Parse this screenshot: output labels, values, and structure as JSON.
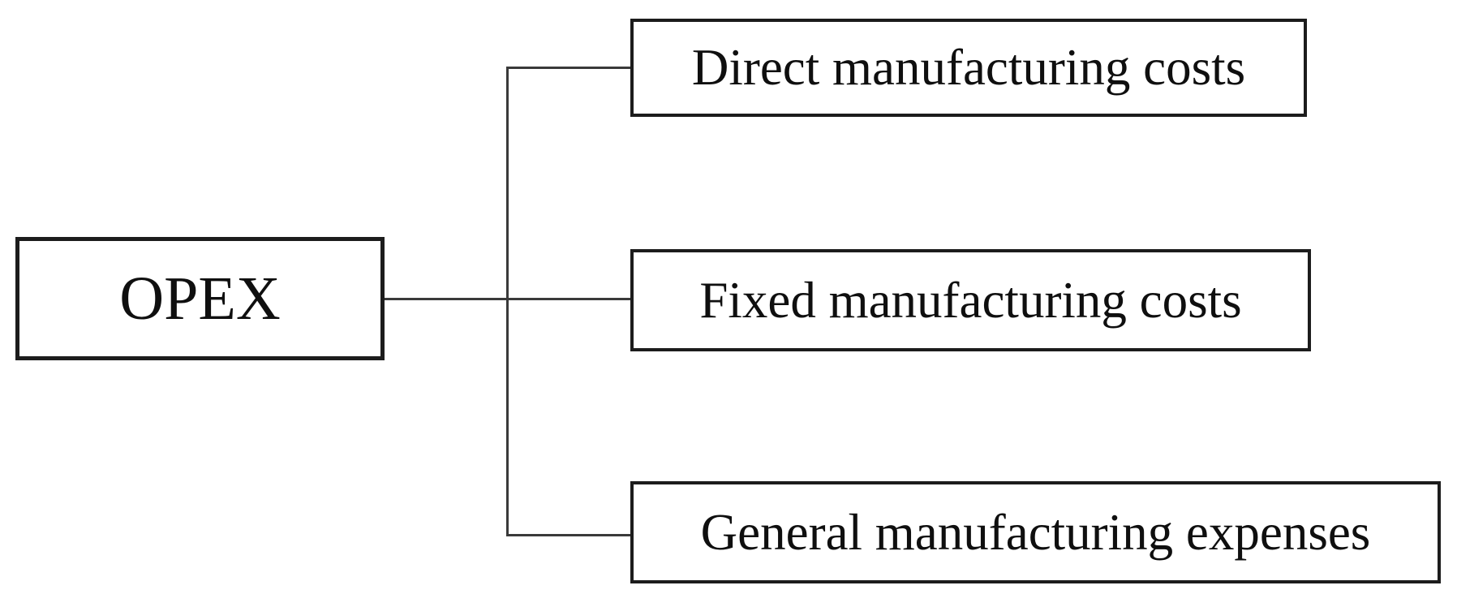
{
  "diagram": {
    "type": "tree",
    "orientation": "left-to-right",
    "root": {
      "label": "OPEX"
    },
    "children": [
      {
        "label": "Direct manufacturing costs"
      },
      {
        "label": "Fixed manufacturing costs"
      },
      {
        "label": "General manufacturing expenses"
      }
    ],
    "connectors": [
      {
        "from": "OPEX",
        "to": "Direct manufacturing costs",
        "style": "elbow"
      },
      {
        "from": "OPEX",
        "to": "Fixed manufacturing costs",
        "style": "straight"
      },
      {
        "from": "OPEX",
        "to": "General manufacturing expenses",
        "style": "elbow"
      }
    ],
    "colors": {
      "background": "#ffffff",
      "box_fill": "#ffffff",
      "box_border": "#1c1c1c",
      "line": "#3a3a3a",
      "text": "#0f0f0f"
    }
  }
}
